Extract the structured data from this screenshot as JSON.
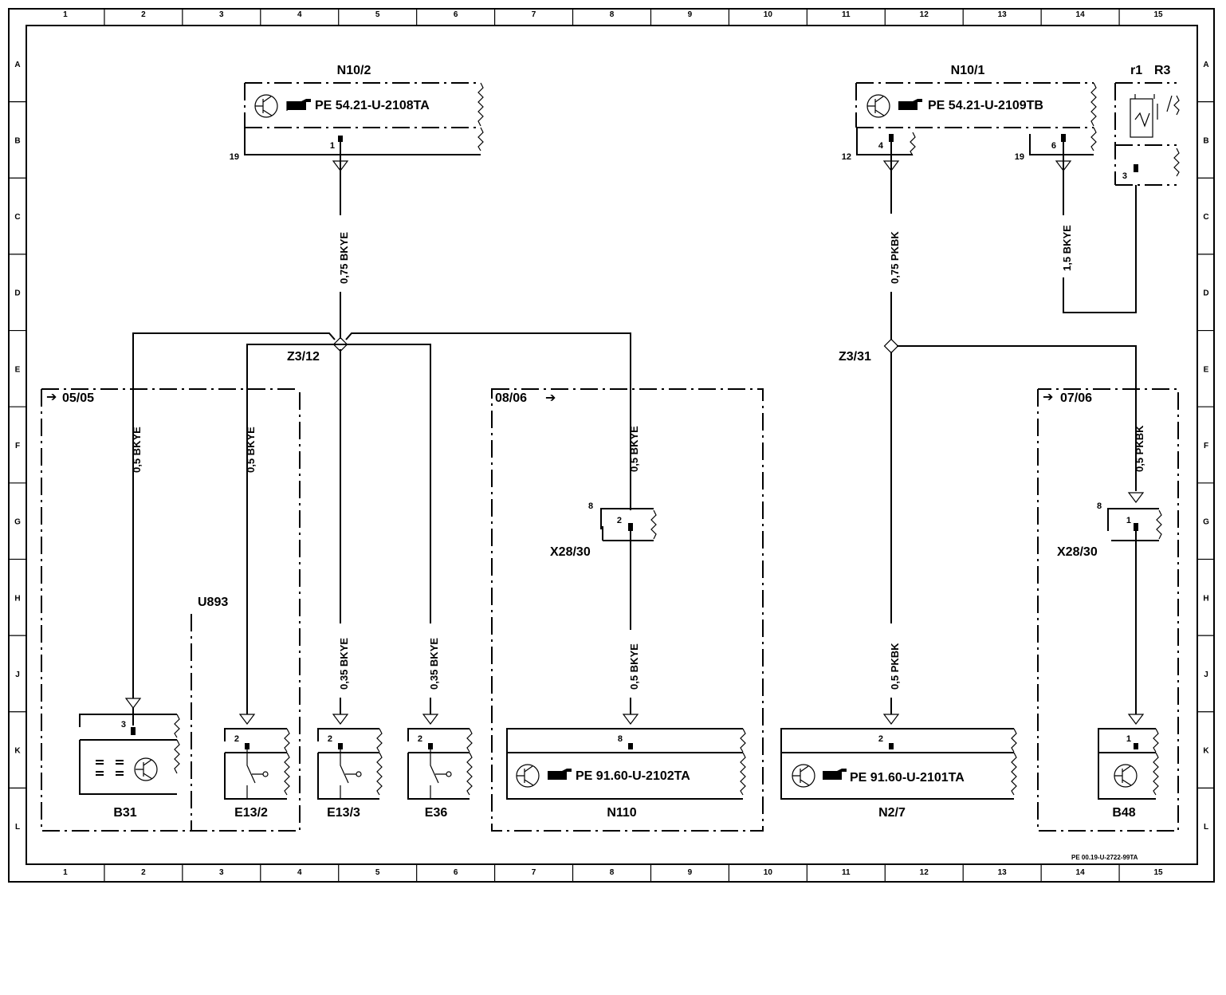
{
  "grid": {
    "columns": [
      "1",
      "2",
      "3",
      "4",
      "5",
      "6",
      "7",
      "8",
      "9",
      "10",
      "11",
      "12",
      "13",
      "14",
      "15"
    ],
    "rows": [
      "A",
      "B",
      "C",
      "D",
      "E",
      "F",
      "G",
      "H",
      "J",
      "K",
      "L"
    ]
  },
  "components": {
    "n10_2": {
      "name": "N10/2",
      "ref": "PE 54.21-U-2108TA",
      "ground": "19",
      "pin": "1"
    },
    "n10_1": {
      "name": "N10/1",
      "ref": "PE 54.21-U-2109TB",
      "ground_left": "12",
      "ground_right": "19",
      "pin_a": "4",
      "pin_b": "6"
    },
    "relay": {
      "r1": "r1",
      "r3": "R3",
      "pin": "3"
    },
    "b31": {
      "name": "B31",
      "pin": "3"
    },
    "e13_2": {
      "name": "E13/2",
      "pin": "2"
    },
    "e13_3": {
      "name": "E13/3",
      "pin": "2"
    },
    "e36": {
      "name": "E36",
      "pin": "2"
    },
    "n110": {
      "name": "N110",
      "ref": "PE 91.60-U-2102TA",
      "pin": "8"
    },
    "n2_7": {
      "name": "N2/7",
      "ref": "PE 91.60-U-2101TA",
      "pin": "2"
    },
    "b48": {
      "name": "B48",
      "pin": "1"
    },
    "x28_left": {
      "name": "X28/30",
      "ground": "8",
      "pin": "2"
    },
    "x28_right": {
      "name": "X28/30",
      "ground": "8",
      "pin": "1"
    }
  },
  "splices": {
    "left": "Z3/12",
    "right": "Z3/31"
  },
  "groups": {
    "left": {
      "ref": "05/05"
    },
    "u893": {
      "name": "U893"
    },
    "middle": {
      "ref": "08/06"
    },
    "right": {
      "ref": "07/06"
    }
  },
  "wires": {
    "w_n10_2": "0,75 BKYE",
    "w_b31": "0,5 BKYE",
    "w_e13_2": "0,5 BKYE",
    "w_e13_3": "0,35 BKYE",
    "w_e36": "0,35 BKYE",
    "w_n110_top": "0,5 BKYE",
    "w_n110_bottom": "0,5 BKYE",
    "w_n10_1": "0,75 PKBK",
    "w_n2_7": "0,5 PKBK",
    "w_relay": "1,5 BKYE",
    "w_b48": "0,5 PKBK"
  },
  "footer_ref": "PE 00.19-U-2722-99TA"
}
